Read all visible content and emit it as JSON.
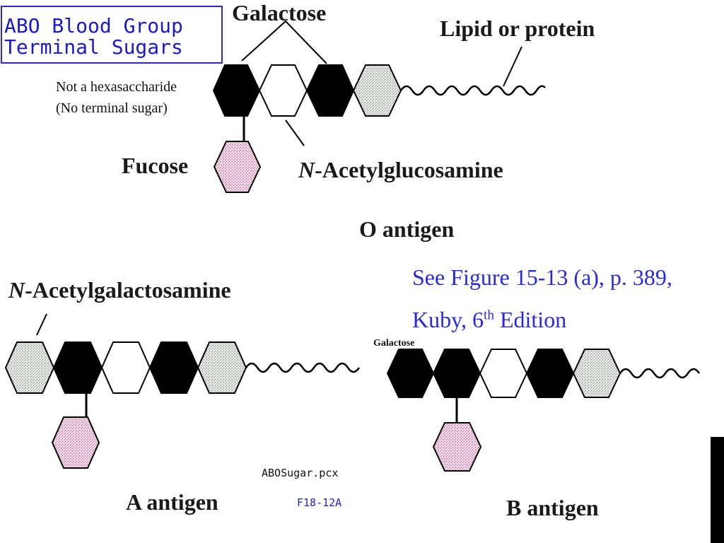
{
  "title": {
    "line1": "ABO Blood Group",
    "line2": "Terminal Sugars"
  },
  "o_antigen": {
    "galactose_label": "Galactose",
    "lipid_label": "Lipid or protein",
    "fucose_label": "Fucose",
    "glcnac_label": "-Acetylglucosamine",
    "glcnac_prefix": "N",
    "name": "O antigen",
    "note_line1": "Not a hexasaccharide",
    "note_line2": "(No terminal sugar)"
  },
  "reference": {
    "line1": "See Figure 15-13 (a), p. 389,",
    "line2_main": "Kuby, 6",
    "line2_sup": "th",
    "line2_end": " Edition"
  },
  "a_antigen": {
    "galnac_prefix": "N",
    "galnac_label": "-Acetylgalactosamine",
    "name": "A antigen"
  },
  "b_antigen": {
    "galactose_label": "Galactose",
    "name": "B antigen"
  },
  "file": {
    "filename": "ABOSugar.pcx",
    "figure_code": "F18-12A"
  },
  "colors": {
    "galactose": "#000000",
    "glcnac": "#ffffff",
    "glucose_core": "#d8dcd8",
    "fucose": "#e8c6dc",
    "title_blue": "#1a1ac8"
  }
}
